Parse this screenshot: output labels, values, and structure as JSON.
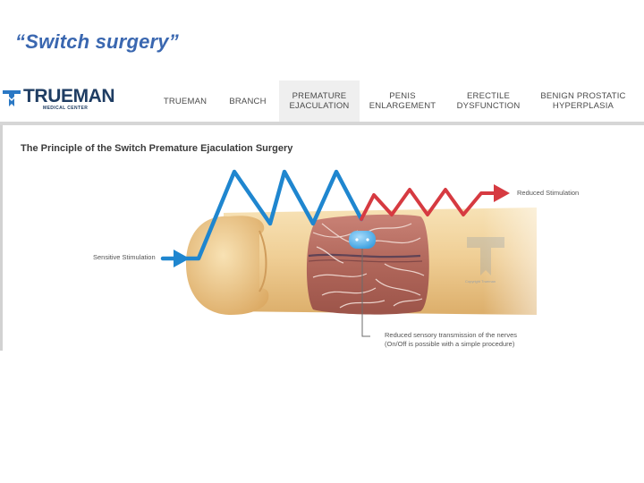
{
  "slide": {
    "title": "“Switch surgery”"
  },
  "brand": {
    "name": "TRUEMAN",
    "subtitle": "MEDICAL CENTER"
  },
  "nav": {
    "items": [
      {
        "label": "TRUEMAN",
        "active": false
      },
      {
        "label": "BRANCH",
        "active": false
      },
      {
        "label": "PREMATURE\nEJACULATION",
        "active": true
      },
      {
        "label": "PENIS\nENLARGEMENT",
        "active": false
      },
      {
        "label": "ERECTILE\nDYSFUNCTION",
        "active": false
      },
      {
        "label": "BENIGN PROSTATIC\nHYPERPLASIA",
        "active": false
      }
    ]
  },
  "figure": {
    "title": "The Principle of the Switch Premature Ejaculation Surgery",
    "label_sensitive": "Sensitive Stimulation",
    "label_reduced": "Reduced Stimulation",
    "callout_line1": "Reduced sensory transmission of the nerves",
    "callout_line2": "(On/Off is possible with a simple procedure)",
    "watermark": "Copyright Trueman",
    "colors": {
      "sensitive": "#1f86cf",
      "reduced": "#d63a41",
      "skin": "#f1d29c",
      "tissue": "#b4695c",
      "switch": "#58b4ea"
    }
  }
}
